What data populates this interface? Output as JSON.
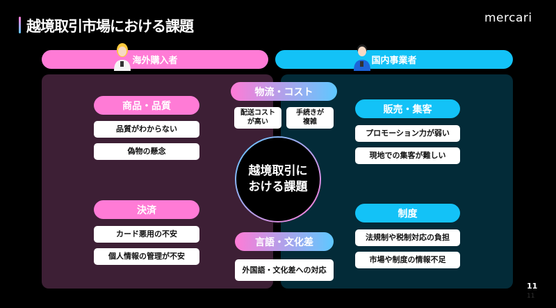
{
  "title": "越境取引市場における課題",
  "logo": "mercari",
  "left_header": "海外購入者",
  "right_header": "国内事業者",
  "center": {
    "line1": "越境取引に",
    "line2": "おける課題"
  },
  "product": {
    "label": "商品・品質",
    "items": [
      "品質がわからない",
      "偽物の懸念"
    ]
  },
  "payment": {
    "label": "決済",
    "items": [
      "カード悪用の不安",
      "個人情報の管理が不安"
    ]
  },
  "sales": {
    "label": "販売・集客",
    "items": [
      "プロモーション力が弱い",
      "現地での集客が難しい"
    ]
  },
  "system": {
    "label": "制度",
    "items": [
      "法規制や税制対応の負担",
      "市場や制度の情報不足"
    ]
  },
  "logistics": {
    "label": "物流・コスト",
    "items": [
      [
        "配送コスト",
        "が高い"
      ],
      [
        "手続きが",
        "複雑"
      ]
    ]
  },
  "language": {
    "label": "言語・文化差",
    "items": [
      "外国語・文化差への対応"
    ]
  },
  "page_number": "11",
  "page_number_faint": "11",
  "colors": {
    "pink": "#ff7bd6",
    "blue": "#13c2f7",
    "left_panel": "#3d1f35",
    "right_panel": "#032b38"
  }
}
